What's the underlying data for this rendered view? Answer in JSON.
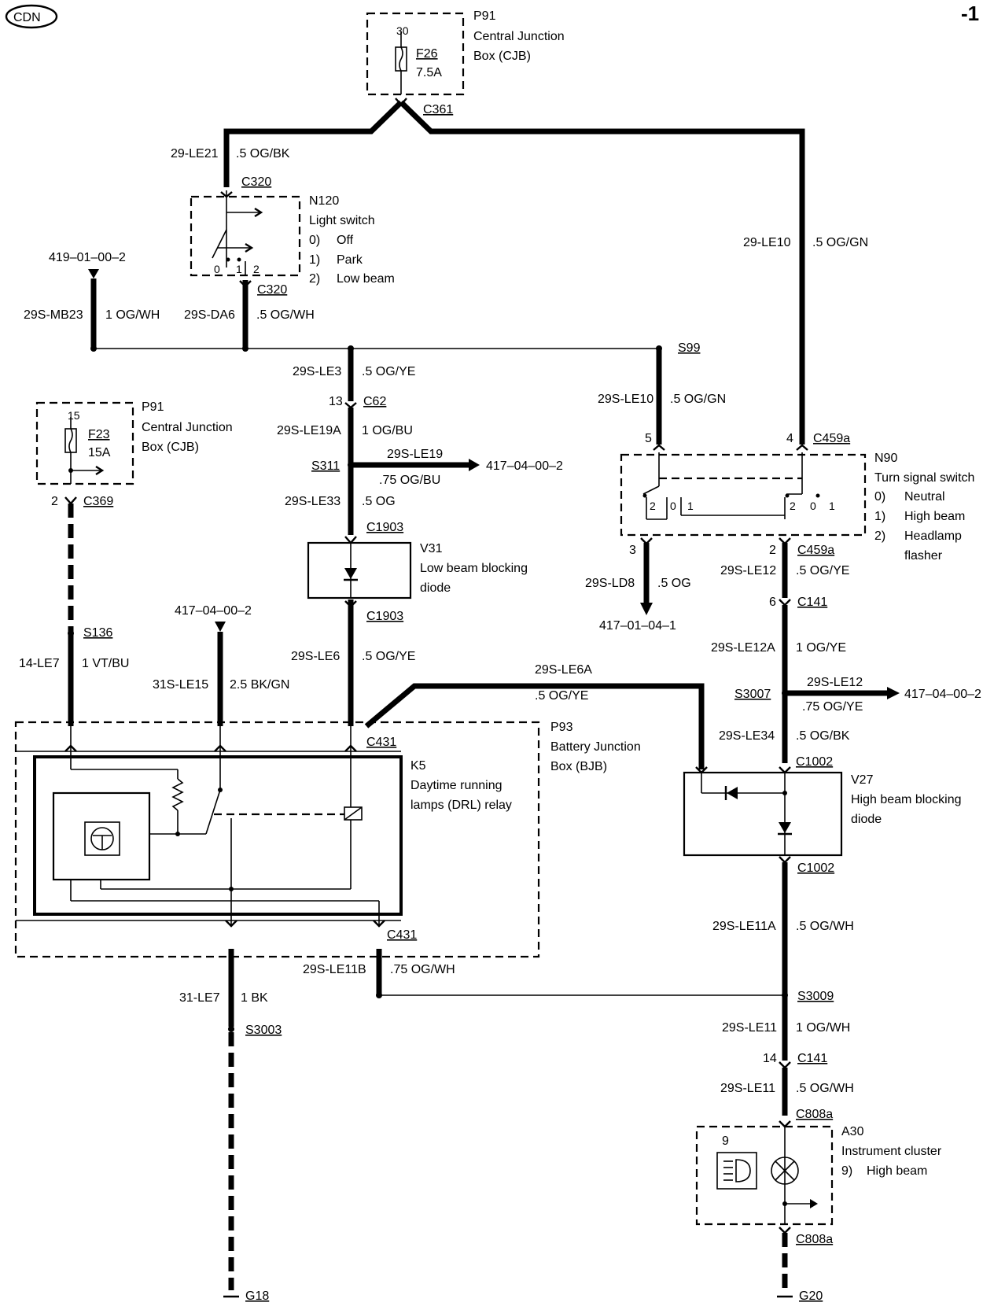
{
  "corner": {
    "region": "CDN",
    "page": "-1"
  },
  "p91_top": {
    "pin": "30",
    "fuse": "F26",
    "rating": "7.5A",
    "id": "P91",
    "name1": "Central Junction",
    "name2": "Box (CJB)",
    "connector": "C361"
  },
  "p91_left": {
    "pin": "15",
    "fuse": "F23",
    "rating": "15A",
    "id": "P91",
    "name1": "Central Junction",
    "name2": "Box (CJB)",
    "out_pin": "2",
    "connector": "C369"
  },
  "n120": {
    "id": "N120",
    "name": "Light switch",
    "opt0": "0)",
    "opt0_label": "Off",
    "opt1": "1)",
    "opt1_label": "Park",
    "opt2": "2)",
    "opt2_label": "Low beam",
    "pos0": "0",
    "pos1": "1",
    "pos2": "2",
    "conn_top": "C320",
    "conn_bot": "C320"
  },
  "n90": {
    "id": "N90",
    "name": "Turn signal switch",
    "opt0": "0)",
    "opt0_label": "Neutral",
    "opt1": "1)",
    "opt1_label": "High beam",
    "opt2": "2)",
    "opt2_label": "Headlamp",
    "opt2_label2": "flasher",
    "conn_top": "C459a",
    "conn_bot": "C459a",
    "pin5": "5",
    "pin4": "4",
    "pin3": "3",
    "pin2": "2",
    "l2": "2",
    "l0": "0",
    "l1": "1",
    "r2": "2",
    "r0": "0",
    "r1": "1"
  },
  "v31": {
    "id": "V31",
    "name1": "Low beam blocking",
    "name2": "diode",
    "conn_top": "C1903",
    "conn_bot": "C1903"
  },
  "v27": {
    "id": "V27",
    "name1": "High beam blocking",
    "name2": "diode",
    "conn_top": "C1002",
    "conn_bot": "C1002"
  },
  "p93": {
    "id": "P93",
    "name1": "Battery Junction",
    "name2": "Box (BJB)",
    "conn_top": "C431",
    "conn_bot": "C431"
  },
  "k5": {
    "id": "K5",
    "name1": "Daytime running",
    "name2": "lamps (DRL) relay"
  },
  "a30": {
    "id": "A30",
    "name": "Instrument cluster",
    "opt": "9)",
    "opt_label": "High beam",
    "pin": "9",
    "conn_top": "C808a",
    "conn_bot": "C808a"
  },
  "refs": {
    "r419": "419–01–00–2",
    "r417a": "417–04–00–2",
    "r417b": "417–04–00–2",
    "r417c": "417–01–04–1",
    "r417d": "417–04–00–2"
  },
  "splices": {
    "s99": "S99",
    "s311": "S311",
    "s136": "S136",
    "s3007": "S3007",
    "s3009": "S3009",
    "s3003": "S3003"
  },
  "connectors": {
    "c62": "C62",
    "c62_pin": "13",
    "c141a": "C141",
    "c141a_pin": "6",
    "c141b": "C141",
    "c141b_pin": "14"
  },
  "grounds": {
    "g18": "G18",
    "g20": "G20"
  },
  "wires": {
    "le21": {
      "code": "29-LE21",
      "spec": ".5 OG/BK"
    },
    "le10": {
      "code": "29-LE10",
      "spec": ".5 OG/GN"
    },
    "mb23": {
      "code": "29S-MB23",
      "spec": "1 OG/WH"
    },
    "da6": {
      "code": "29S-DA6",
      "spec": ".5 OG/WH"
    },
    "le3": {
      "code": "29S-LE3",
      "spec": ".5 OG/YE"
    },
    "le19a": {
      "code": "29S-LE19A",
      "spec": "1 OG/BU"
    },
    "le19": {
      "code": "29S-LE19",
      "spec": ".75 OG/BU"
    },
    "le33": {
      "code": "29S-LE33",
      "spec": ".5 OG"
    },
    "le6": {
      "code": "29S-LE6",
      "spec": ".5 OG/YE"
    },
    "le6a": {
      "code": "29S-LE6A",
      "spec": ".5 OG/YE"
    },
    "sle10": {
      "code": "29S-LE10",
      "spec": ".5 OG/GN"
    },
    "ld8": {
      "code": "29S-LD8",
      "spec": ".5 OG"
    },
    "le12": {
      "code": "29S-LE12",
      "spec": ".5 OG/YE"
    },
    "le12a": {
      "code": "29S-LE12A",
      "spec": "1 OG/YE"
    },
    "le12b": {
      "code": "29S-LE12",
      "spec": ".75 OG/YE"
    },
    "le34": {
      "code": "29S-LE34",
      "spec": ".5 OG/BK"
    },
    "le11a": {
      "code": "29S-LE11A",
      "spec": ".5 OG/WH"
    },
    "le11b": {
      "code": "29S-LE11B",
      "spec": ".75 OG/WH"
    },
    "le11": {
      "code": "29S-LE11",
      "spec": "1 OG/WH"
    },
    "le11c": {
      "code": "29S-LE11",
      "spec": ".5 OG/WH"
    },
    "le7": {
      "code": "14-LE7",
      "spec": "1 VT/BU"
    },
    "le15": {
      "code": "31S-LE15",
      "spec": "2.5 BK/GN"
    },
    "g_le7": {
      "code": "31-LE7",
      "spec": "1 BK"
    }
  }
}
